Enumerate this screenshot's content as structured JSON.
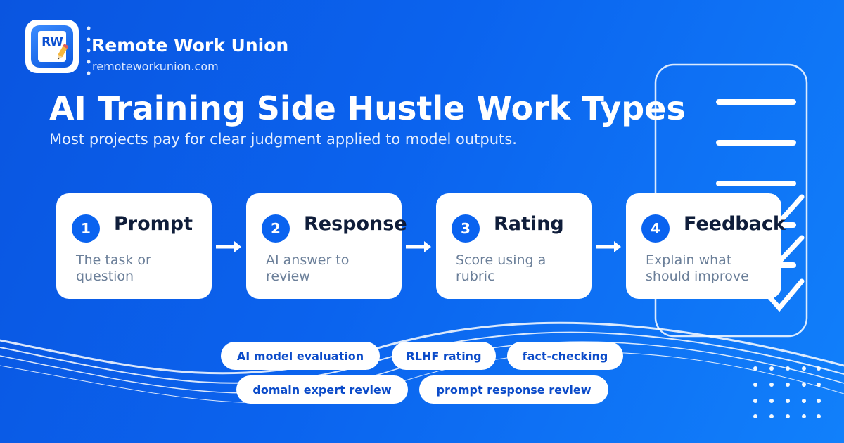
{
  "brand": {
    "logo_text": "RW",
    "name": "Remote Work Union",
    "url": "remoteworkunion.com"
  },
  "header": {
    "title": "AI Training Side Hustle Work Types",
    "subtitle": "Most projects pay for clear judgment applied to model outputs."
  },
  "steps": [
    {
      "number": "1",
      "title": "Prompt",
      "description": "The task or question"
    },
    {
      "number": "2",
      "title": "Response",
      "description": "AI answer to review"
    },
    {
      "number": "3",
      "title": "Rating",
      "description": "Score using a rubric"
    },
    {
      "number": "4",
      "title": "Feedback",
      "description": "Explain what should improve"
    }
  ],
  "tags": [
    "AI model evaluation",
    "RLHF rating",
    "fact-checking",
    "domain expert review",
    "prompt response review"
  ],
  "icons": {
    "logo": "pencil-page-icon",
    "arrow": "arrow-right-icon",
    "decor": "checklist-icon"
  },
  "colors": {
    "background": "#0b63ee",
    "accent": "#0a63f0",
    "card": "#ffffff",
    "card_title": "#0f1d3a",
    "card_text": "#6b7f99",
    "tag_text": "#0b4bc9"
  }
}
